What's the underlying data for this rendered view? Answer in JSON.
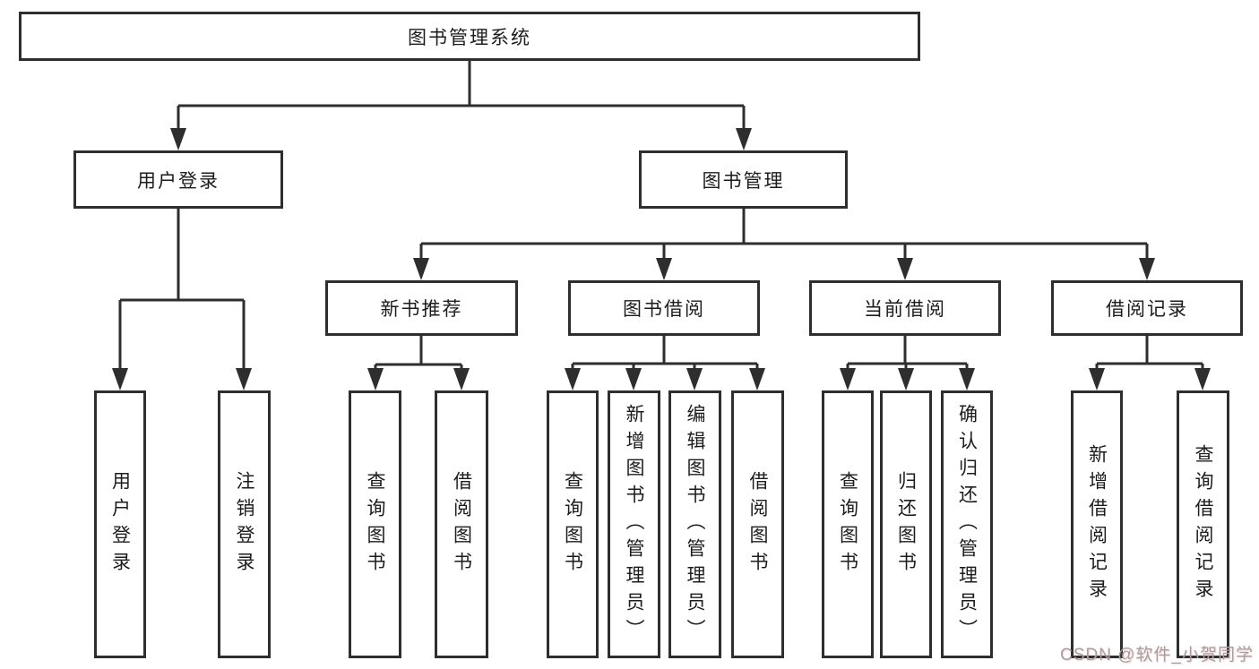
{
  "diagram_type": "hierarchy-tree",
  "tree": {
    "label": "图书管理系统",
    "children": [
      {
        "label": "用户登录",
        "children": [
          {
            "label": "用户登录"
          },
          {
            "label": "注销登录"
          }
        ]
      },
      {
        "label": "图书管理",
        "children": [
          {
            "label": "新书推荐",
            "children": [
              {
                "label": "查询图书"
              },
              {
                "label": "借阅图书"
              }
            ]
          },
          {
            "label": "图书借阅",
            "children": [
              {
                "label": "查询图书"
              },
              {
                "label": "新增图书（管理员）"
              },
              {
                "label": "编辑图书（管理员）"
              },
              {
                "label": "借阅图书"
              }
            ]
          },
          {
            "label": "当前借阅",
            "children": [
              {
                "label": "查询图书"
              },
              {
                "label": "归还图书"
              },
              {
                "label": "确认归还（管理员）"
              }
            ]
          },
          {
            "label": "借阅记录",
            "children": [
              {
                "label": "新增借阅记录"
              },
              {
                "label": "查询借阅记录"
              }
            ]
          }
        ]
      }
    ]
  },
  "watermark": {
    "text": "CSDN @软件_小贺同学"
  },
  "colors": {
    "line": "#2e2e2e",
    "text": "#1c1c1c",
    "watermark": "#a6a0a0",
    "bg": "#ffffff"
  }
}
